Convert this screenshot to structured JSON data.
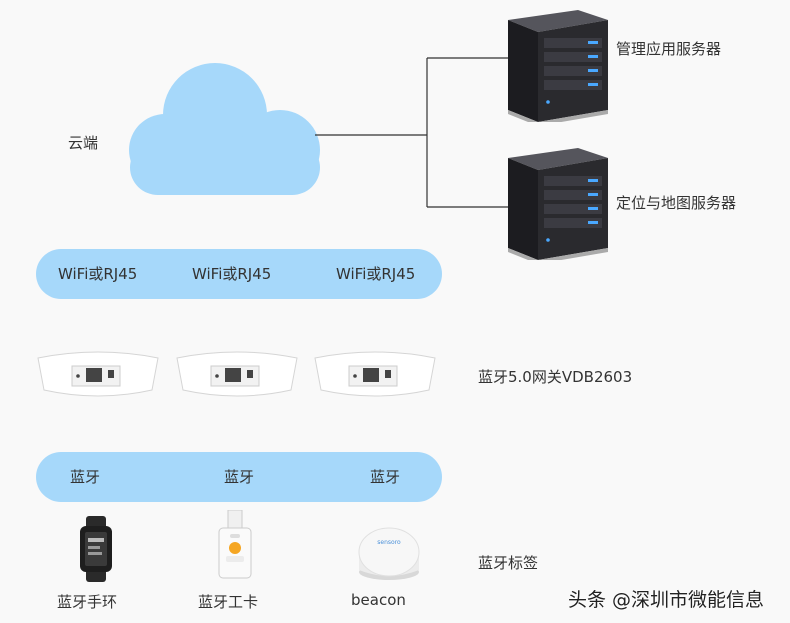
{
  "cloud": {
    "label": "云端"
  },
  "servers": [
    {
      "label": "管理应用服务器"
    },
    {
      "label": "定位与地图服务器"
    }
  ],
  "uplink_bar": {
    "items": [
      "WiFi或RJ45",
      "WiFi或RJ45",
      "WiFi或RJ45"
    ]
  },
  "gateways": {
    "label": "蓝牙5.0网关VDB2603"
  },
  "bluetooth_bar": {
    "items": [
      "蓝牙",
      "蓝牙",
      "蓝牙"
    ]
  },
  "devices": [
    {
      "label": "蓝牙手环"
    },
    {
      "label": "蓝牙工卡"
    },
    {
      "label": "beacon",
      "brand_text": "sensoro"
    }
  ],
  "tags": {
    "label": "蓝牙标签"
  },
  "watermark": "头条 @深圳市微能信息",
  "colors": {
    "cloud": "#a6d8fa",
    "bar": "#a6d8fa",
    "server_body": "#2a2a2e",
    "server_led": "#4aa8ff"
  }
}
